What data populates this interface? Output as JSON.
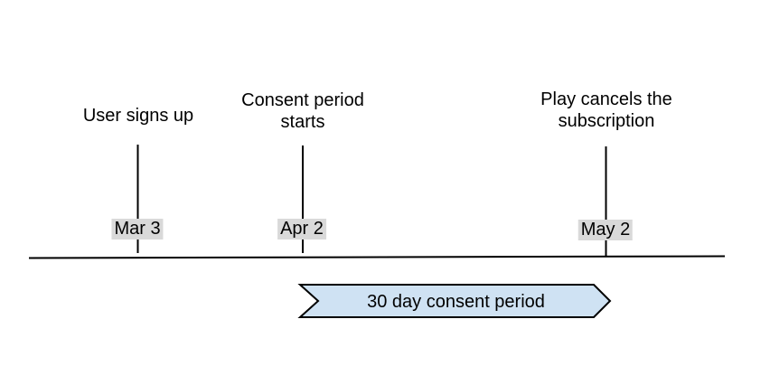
{
  "diagram": {
    "type": "timeline",
    "events": [
      {
        "label": "User signs up",
        "date": "Mar 3"
      },
      {
        "label": "Consent period starts",
        "date": "Apr 2"
      },
      {
        "label": "Play cancels the subscription",
        "date": "May 2"
      }
    ],
    "period_ribbon": {
      "label": "30 day consent period"
    },
    "colors": {
      "ribbon_fill": "#cfe2f3",
      "ribbon_stroke": "#000000",
      "date_chip_bg": "#d9d9d9",
      "line": "#000000",
      "background": "#ffffff"
    }
  }
}
